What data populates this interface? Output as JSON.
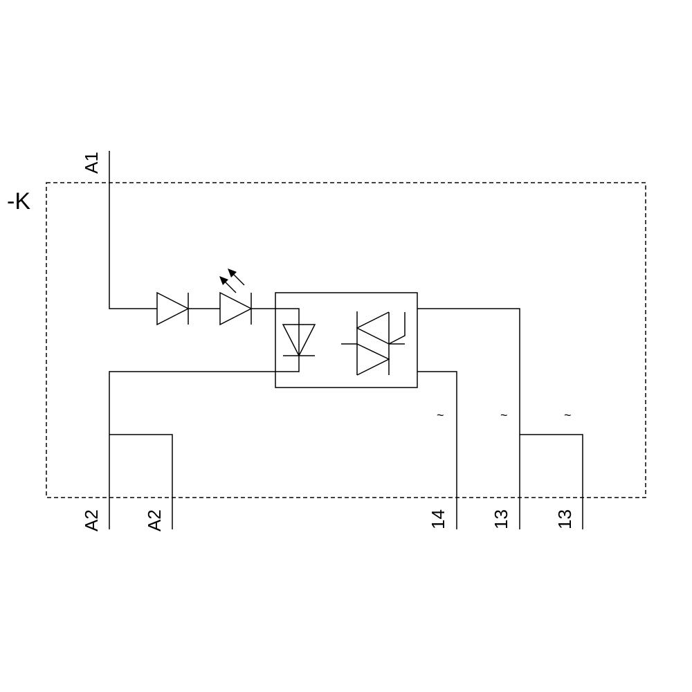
{
  "device_label": "-K",
  "terminals": {
    "a1": "A1",
    "a2_left": "A2",
    "a2_right": "A2",
    "t14": "14",
    "t13_left": "13",
    "t13_right": "13"
  },
  "ac_symbol": "~",
  "colors": {
    "line": "#000000",
    "background": "#ffffff"
  }
}
